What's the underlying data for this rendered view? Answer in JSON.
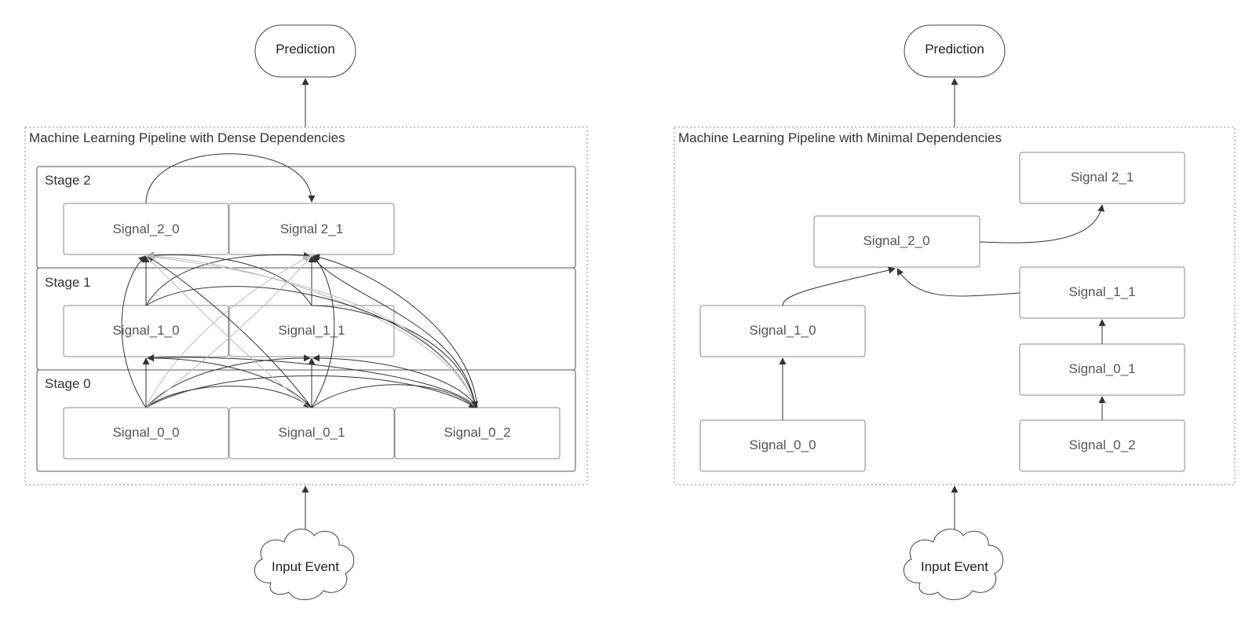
{
  "left": {
    "title": "Machine Learning Pipeline with Dense Dependencies",
    "prediction": "Prediction",
    "input": "Input Event",
    "stages": {
      "s2": "Stage 2",
      "s1": "Stage 1",
      "s0": "Stage 0"
    },
    "signals": {
      "s2_0": "Signal_2_0",
      "s2_1": "Signal 2_1",
      "s1_0": "Signal_1_0",
      "s1_1": "Signal_1_1",
      "s0_0": "Signal_0_0",
      "s0_1": "Signal_0_1",
      "s0_2": "Signal_0_2"
    }
  },
  "right": {
    "title": "Machine Learning Pipeline with Minimal Dependencies",
    "prediction": "Prediction",
    "input": "Input Event",
    "signals": {
      "s2_1": "Signal 2_1",
      "s2_0": "Signal_2_0",
      "s1_1": "Signal_1_1",
      "s1_0": "Signal_1_0",
      "s0_1": "Signal_0_1",
      "s0_0": "Signal_0_0",
      "s0_2": "Signal_0_2"
    }
  }
}
